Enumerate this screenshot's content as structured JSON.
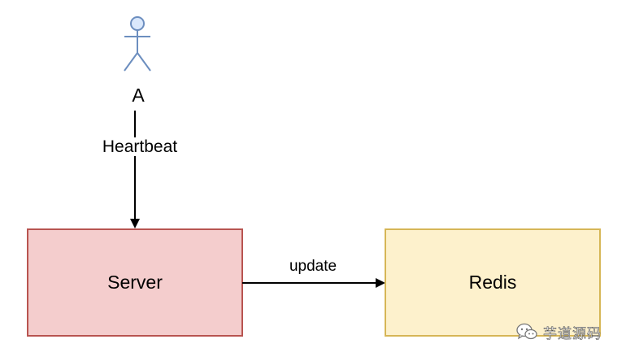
{
  "actor": {
    "label": "A"
  },
  "edges": {
    "heartbeat": {
      "label": "Heartbeat"
    },
    "update": {
      "label": "update"
    }
  },
  "nodes": {
    "server": {
      "label": "Server",
      "fill": "#f4cdcd",
      "stroke": "#b85450"
    },
    "redis": {
      "label": "Redis",
      "fill": "#fdf1cc",
      "stroke": "#d6b656"
    }
  },
  "actor_style": {
    "fill": "#dae8fc",
    "stroke": "#6c8ebf"
  },
  "watermark": {
    "text": "芋道源码",
    "icon": "wechat-icon"
  }
}
